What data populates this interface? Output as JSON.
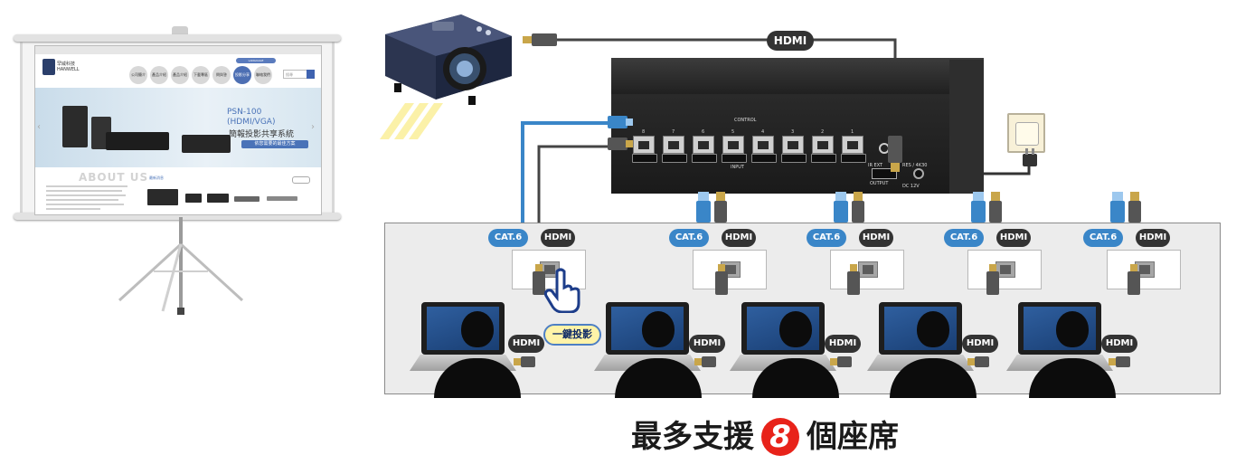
{
  "screen": {
    "logo_cn": "罕威科技",
    "logo_en": "HANWELL",
    "nav_items": [
      "公司簡介",
      "產品介紹",
      "產品介紹",
      "下載專區",
      "問與答",
      "投影分享",
      "聯絡我們"
    ],
    "lang_label": "LANGUAGE",
    "search_placeholder": "搜尋",
    "hero_title": "PSN-100\n(HDMI/VGA)",
    "hero_subtitle": "簡報投影共享系統",
    "hero_button": "依您需要的最佳方案",
    "about_title": "ABOUT US",
    "news_title": "最新消息"
  },
  "cables": {
    "hdmi": "HDMI",
    "cat6": "CAT.6"
  },
  "switch": {
    "control": "CONTROL",
    "input": "INPUT",
    "output": "OUTPUT",
    "dc": "DC 12V",
    "ir": "IR EXT",
    "res": "RES / 4K30",
    "port_numbers": [
      "8",
      "7",
      "6",
      "5",
      "4",
      "3",
      "2",
      "1"
    ]
  },
  "one_click": "一鍵投影",
  "caption": {
    "before": "最多支援",
    "number": "8",
    "after": "個座席"
  },
  "colors": {
    "hdmi_badge": "#333333",
    "cat6_badge": "#3a86c8",
    "number_badge": "#e8231a",
    "panel": "#ececec"
  }
}
